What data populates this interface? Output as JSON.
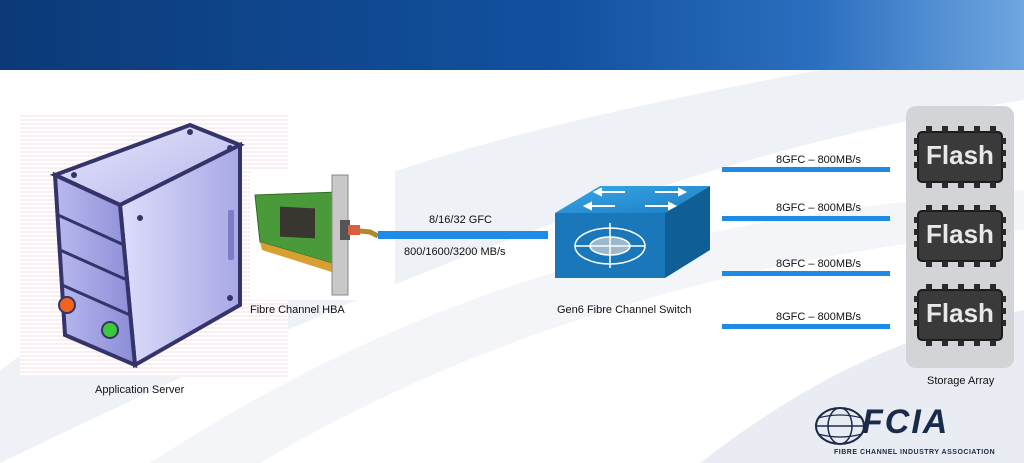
{
  "nodes": {
    "server": {
      "label": "Application Server"
    },
    "hba": {
      "label": "Fibre Channel HBA"
    },
    "switch": {
      "label": "Gen6 Fibre Channel Switch"
    },
    "storage": {
      "label": "Storage Array"
    }
  },
  "links": {
    "hba_to_switch": {
      "speed": "8/16/32 GFC",
      "throughput": "800/1600/3200 MB/s"
    },
    "switch_to_flash": [
      {
        "label": "8GFC – 800MB/s"
      },
      {
        "label": "8GFC – 800MB/s"
      },
      {
        "label": "8GFC – 800MB/s"
      },
      {
        "label": "8GFC – 800MB/s"
      }
    ]
  },
  "flash_modules": [
    {
      "label": "Flash"
    },
    {
      "label": "Flash"
    },
    {
      "label": "Flash"
    }
  ],
  "logo": {
    "name": "FCIA",
    "subtitle": "FIBRE CHANNEL INDUSTRY ASSOCIATION"
  },
  "colors": {
    "header": "#1251a0",
    "link": "#1e8ce6",
    "switch": "#1b7fc4"
  }
}
